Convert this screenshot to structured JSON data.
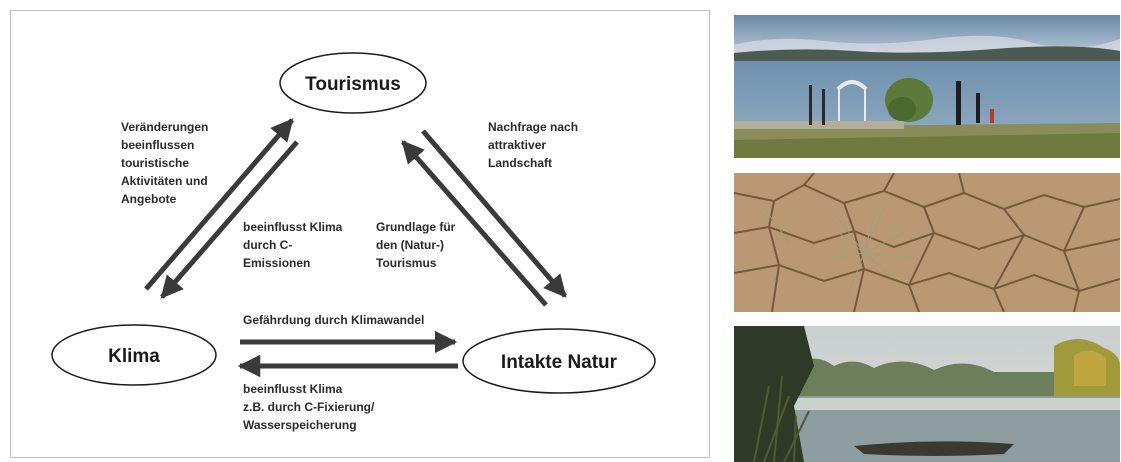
{
  "nodes": {
    "tourismus": "Tourismus",
    "klima": "Klima",
    "natur": "Intakte Natur"
  },
  "edges": {
    "klima_to_tourismus": [
      "Veränderungen",
      "beeinflussen",
      "touristische",
      "Aktivitäten und",
      "Angebote"
    ],
    "tourismus_to_klima": [
      "beeinflusst Klima",
      "durch C-",
      "Emissionen"
    ],
    "tourismus_to_natur": [
      "Nachfrage nach",
      "attraktiver",
      "Landschaft"
    ],
    "natur_to_tourismus": [
      "Grundlage für",
      "den (Natur-)",
      "Tourismus"
    ],
    "klima_to_natur": [
      "Gefährdung durch Klimawandel"
    ],
    "natur_to_klima": [
      "beeinflusst Klima",
      "z.B. durch C-Fixierung/",
      "Wasserspeicherung"
    ]
  },
  "photos": [
    {
      "name": "lake-pier-photo"
    },
    {
      "name": "dry-cracked-soil-photo"
    },
    {
      "name": "misty-pond-photo"
    }
  ],
  "colors": {
    "arrow": "#3a3a3a",
    "text": "#1a1a1a"
  }
}
